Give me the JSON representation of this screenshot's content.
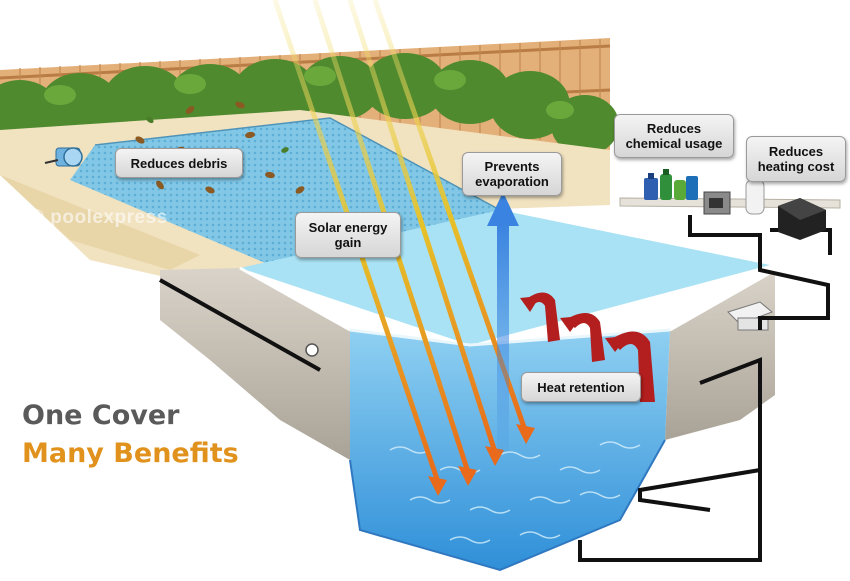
{
  "colors": {
    "headline_line1": "#5a5a5a",
    "headline_line2": "#e0921c",
    "pool_water": "#4aa6e6",
    "pool_cover": "#7ec6e8",
    "pool_wall": "#c8c2b8",
    "deck": "#f1e2c0",
    "fence": "#d9a26a",
    "hedge": "#4f8a2e",
    "sun_ray": "#e6c229",
    "ray_tip": "#e86a1a",
    "heat_arrow": "#b31e1e",
    "evaporation_arrow": "#3a83e0",
    "pipe": "#111111"
  },
  "watermark": "© poolexpress",
  "headline": {
    "line1": "One Cover",
    "line2": "Many Benefits"
  },
  "callouts": {
    "reduces_debris": "Reduces debris",
    "solar_energy_gain": "Solar energy\ngain",
    "prevents_evaporation": "Prevents\nevaporation",
    "reduces_chemical_usage": "Reduces\nchemical usage",
    "reduces_heating_cost": "Reduces\nheating cost",
    "heat_retention": "Heat retention"
  },
  "icons": [
    "pool-reel-icon",
    "chemical-bottles-icon",
    "pump-icon",
    "heater-icon",
    "filter-icon",
    "return-jet-icon",
    "skimmer-icon"
  ]
}
